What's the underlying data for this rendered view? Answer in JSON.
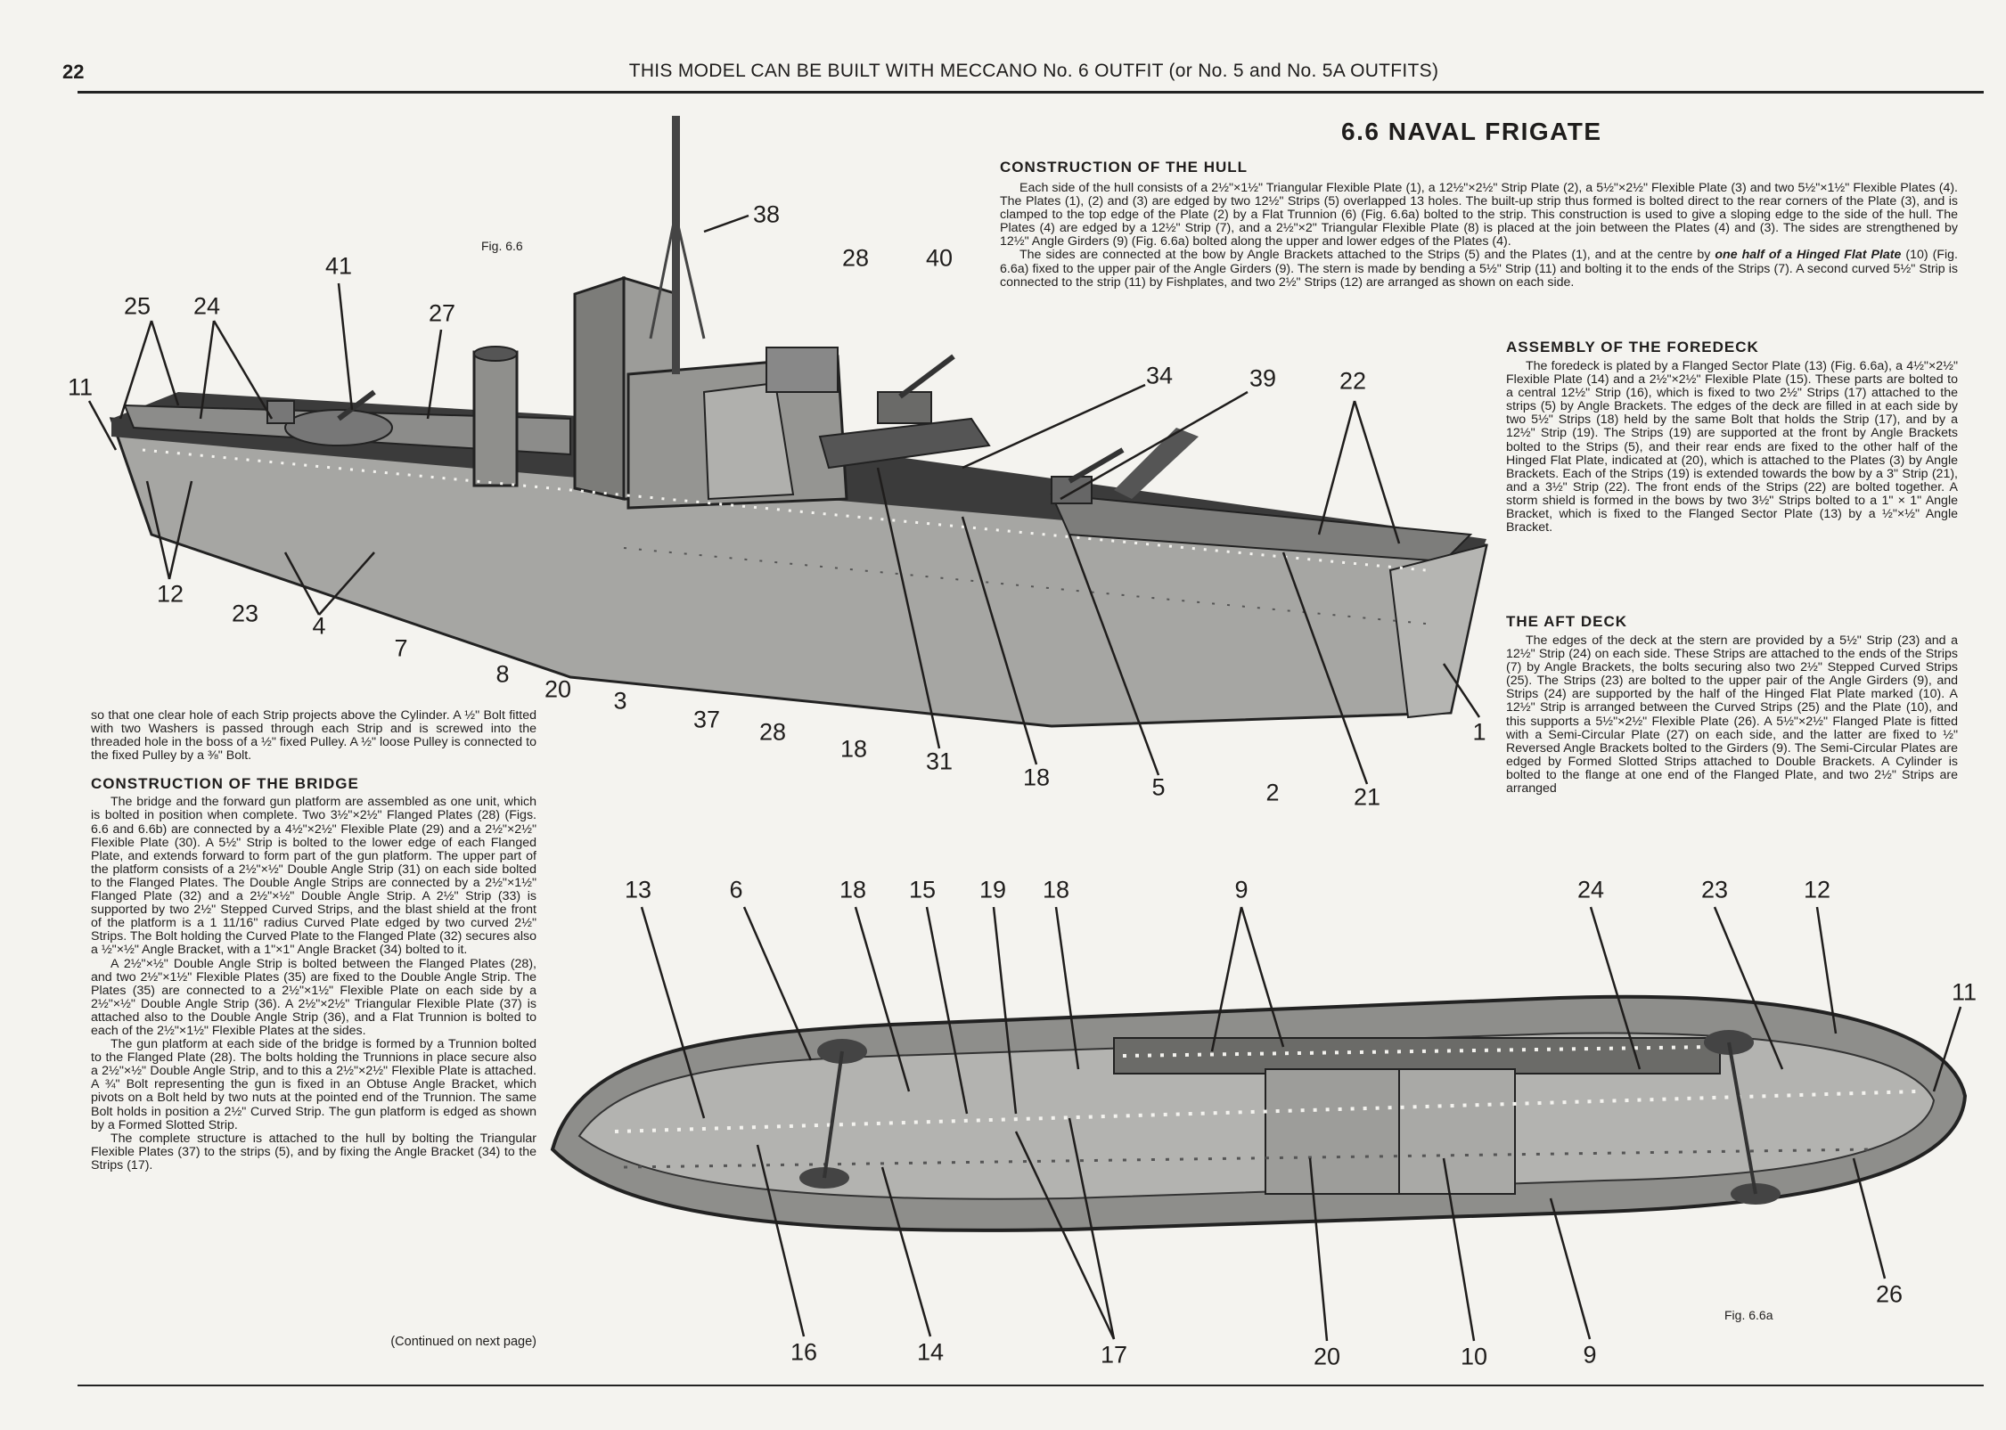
{
  "header": {
    "page_number": "22",
    "running_head": "THIS MODEL CAN BE BUILT WITH MECCANO No. 6 OUTFIT (or No. 5 and No. 5A OUTFITS)"
  },
  "title": "6.6  NAVAL FRIGATE",
  "sections": {
    "hull": {
      "heading": "CONSTRUCTION OF THE HULL",
      "paragraphs": [
        "Each side of the hull consists of a 2½\"×1½\" Triangular Flexible Plate (1), a 12½\"×2½\" Strip Plate (2), a 5½\"×2½\" Flexible Plate (3) and two 5½\"×1½\" Flexible Plates (4). The Plates (1), (2) and (3) are edged by two 12½\" Strips (5) overlapped 13 holes. The built-up strip thus formed is bolted direct to the rear corners of the Plate (3), and is clamped to the top edge of the Plate (2) by a Flat Trunnion (6) (Fig. 6.6a) bolted to the strip. This construction is used to give a sloping edge to the side of the hull. The Plates (4) are edged by a 12½\" Strip (7), and a 2½\"×2\" Triangular Flexible Plate (8) is placed at the join between the Plates (4) and (3). The sides are strengthened by 12½\" Angle Girders (9) (Fig. 6.6a) bolted along the upper and lower edges of the Plates (4).",
        "The sides are connected at the bow by Angle Brackets attached to the Strips (5) and the Plates (1), and at the centre by",
        "one half of a Hinged Flat Plate",
        "(10) (Fig. 6.6a) fixed to the upper pair of the Angle Girders (9). The stern is made by bending a 5½\" Strip (11) and bolting it to the ends of the Strips (7). A second curved 5½\" Strip is connected to the strip (11) by Fishplates, and two 2½\" Strips (12) are arranged as shown on each side."
      ]
    },
    "foredeck": {
      "heading": "ASSEMBLY OF THE FOREDECK",
      "paragraphs": [
        "The foredeck is plated by a Flanged Sector Plate (13) (Fig. 6.6a), a 4½\"×2½\" Flexible Plate (14) and a 2½\"×2½\" Flexible Plate (15). These parts are bolted to a central 12½\" Strip (16), which is fixed to two 2½\" Strips (17) attached to the strips (5) by Angle Brackets. The edges of the deck are filled in at each side by two 5½\" Strips (18) held by the same Bolt that holds the Strip (17), and by a 12½\" Strip (19). The Strips (19) are supported at the front by Angle Brackets bolted to the Strips (5), and their rear ends are fixed to the other half of the Hinged Flat Plate, indicated at (20), which is attached to the Plates (3) by Angle Brackets. Each of the Strips (19) is extended towards the bow by a 3\" Strip (21), and a 3½\" Strip (22). The front ends of the Strips (22) are bolted together. A storm shield is formed in the bows by two 3½\" Strips bolted to a 1\" × 1\" Angle Bracket, which is fixed to the Flanged Sector Plate (13) by a ½\"×½\" Angle Bracket."
      ]
    },
    "aft": {
      "heading": "THE AFT DECK",
      "paragraphs": [
        "The edges of the deck at the stern are provided by a 5½\" Strip (23) and a 12½\" Strip (24) on each side. These Strips are attached to the ends of the Strips (7) by Angle Brackets, the bolts securing also two 2½\" Stepped Curved Strips (25). The Strips (23) are bolted to the upper pair of the Angle Girders (9), and Strips (24) are supported by the half of the Hinged Flat Plate marked (10). A 12½\" Strip is arranged between the Curved Strips (25) and the Plate (10), and this supports a 5½\"×2½\" Flexible Plate (26). A 5½\"×2½\" Flanged Plate is fitted with a Semi-Circular Plate (27) on each side, and the latter are fixed to ½\" Reversed Angle Brackets bolted to the Girders (9). The Semi-Circular Plates are edged by Formed Slotted Strips attached to Double Brackets. A Cylinder is bolted to the flange at one end of the Flanged Plate, and two 2½\" Strips are arranged"
      ]
    },
    "left_intro": "so that one clear hole of each Strip projects above the Cylinder. A ½\" Bolt fitted with two Washers is passed through each Strip and is screwed into the threaded hole in the boss of a ½\" fixed Pulley. A ½\" loose Pulley is connected to the fixed Pulley by a ⅜\" Bolt.",
    "bridge": {
      "heading": "CONSTRUCTION OF THE BRIDGE",
      "paragraphs": [
        "The bridge and the forward gun platform are assembled as one unit, which is bolted in position when complete. Two 3½\"×2½\" Flanged Plates (28) (Figs. 6.6 and 6.6b) are connected by a 4½\"×2½\" Flexible Plate (29) and a 2½\"×2½\" Flexible Plate (30). A 5½\" Strip is bolted to the lower edge of each Flanged Plate, and extends forward to form part of the gun platform. The upper part of the platform consists of a 2½\"×½\" Double Angle Strip (31) on each side bolted to the Flanged Plates. The Double Angle Strips are connected by a 2½\"×1½\" Flanged Plate (32) and a 2½\"×½\" Double Angle Strip. A 2½\" Strip (33) is supported by two 2½\" Stepped Curved Strips, and the blast shield at the front of the platform is a 1 11/16\" radius Curved Plate edged by two curved 2½\" Strips. The Bolt holding the Curved Plate to the Flanged Plate (32) secures also a ½\"×½\" Angle Bracket, with a 1\"×1\" Angle Bracket (34) bolted to it.",
        "A 2½\"×½\" Double Angle Strip is bolted between the Flanged Plates (28), and two 2½\"×1½\" Flexible Plates (35) are fixed to the Double Angle Strip. The Plates (35) are connected to a 2½\"×1½\" Flexible Plate on each side by a 2½\"×½\" Double Angle Strip (36). A 2½\"×2½\" Triangular Flexible Plate (37) is attached also to the Double Angle Strip (36), and a Flat Trunnion is bolted to each of the 2½\"×1½\" Flexible Plates at the sides.",
        "The gun platform at each side of the bridge is formed by a Trunnion bolted to the Flanged Plate (28). The bolts holding the Trunnions in place secure also a 2½\"×½\" Double Angle Strip, and to this a 2½\"×2½\" Flexible Plate is attached. A ¾\" Bolt representing the gun is fixed in an Obtuse Angle Bracket, which pivots on a Bolt held by two nuts at the pointed end of the Trunnion. The same Bolt holds in position a 2½\" Curved Strip. The gun platform is edged as shown by a Formed Slotted Strip.",
        "The complete structure is attached to the hull by bolting the Triangular Flexible Plates (37) to the strips (5), and by fixing the Angle Bracket (34) to the Strips (17)."
      ]
    },
    "continued": "(Continued on next page)"
  },
  "figures": {
    "side_view": {
      "label": "Fig. 6.6",
      "callouts": [
        "38",
        "28",
        "40",
        "41",
        "25",
        "24",
        "27",
        "11",
        "34",
        "39",
        "22",
        "12",
        "23",
        "4",
        "7",
        "8",
        "20",
        "3",
        "37",
        "28",
        "18",
        "31",
        "18",
        "5",
        "2",
        "21",
        "1"
      ]
    },
    "underside_view": {
      "label": "Fig. 6.6a",
      "callouts": [
        "13",
        "6",
        "18",
        "15",
        "19",
        "18",
        "9",
        "24",
        "23",
        "12",
        "11",
        "26",
        "16",
        "14",
        "17",
        "20",
        "10",
        "9"
      ]
    }
  },
  "colors": {
    "paper": "#f4f3ef",
    "ink": "#1f1d1c",
    "hull_grey": "#9a9a98",
    "deck_dark": "#3a3a3a"
  }
}
